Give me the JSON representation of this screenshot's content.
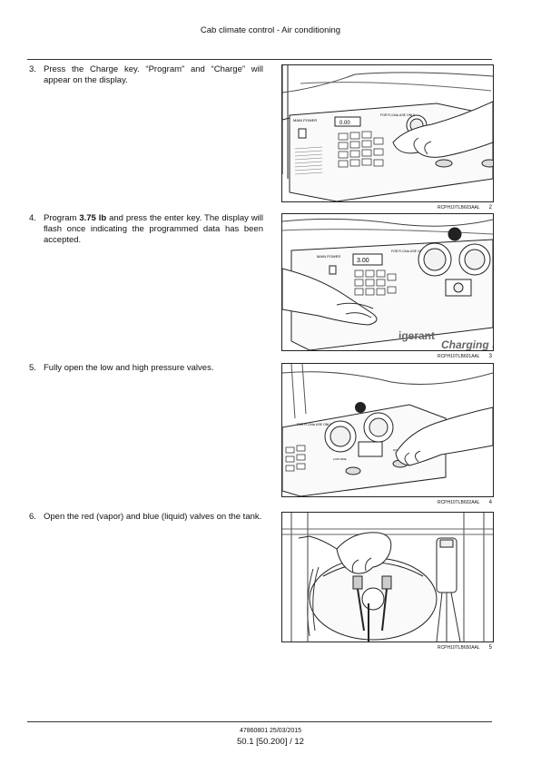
{
  "header": {
    "title": "Cab climate control - Air conditioning"
  },
  "steps": [
    {
      "number": "3.",
      "parts": [
        {
          "text": "Press the Charge key.  “Program” and “Charge” will appear on the display.",
          "bold": false
        }
      ],
      "figure": {
        "code": "RCPH10TLB603AAL",
        "number": "2",
        "labels": {
          "main_power": "MAIN POWER",
          "use_only": "FOR R-134a USE ONLY",
          "display": "0.00"
        }
      }
    },
    {
      "number": "4.",
      "parts": [
        {
          "text": "Program ",
          "bold": false
        },
        {
          "text": "3.75 lb",
          "bold": true
        },
        {
          "text": " and press the enter key.  The display will flash once indicating the programmed data has been accepted.",
          "bold": false
        }
      ],
      "figure": {
        "code": "RCPH10TLB601AAL",
        "number": "3",
        "labels": {
          "main_power": "MAIN POWER",
          "use_only": "FOR R-134a USE ONLY",
          "display": "3.00",
          "machine_text_1": "igerant",
          "machine_text_2": "Charging S"
        }
      }
    },
    {
      "number": "5.",
      "parts": [
        {
          "text": "Fully open the low and high pressure valves.",
          "bold": false
        }
      ],
      "figure": {
        "code": "RCPH10TLB602AAL",
        "number": "4",
        "labels": {
          "use_only": "FOR R-134a USE ONLY",
          "low": "LOW SIDE",
          "high": "HIGH SIDE"
        }
      }
    },
    {
      "number": "6.",
      "parts": [
        {
          "text": "Open the red (vapor) and blue (liquid) valves on the tank.",
          "bold": false
        }
      ],
      "figure": {
        "code": "RCPH10TLB650AAL",
        "number": "5"
      }
    }
  ],
  "footer": {
    "code": "47860801 25/03/2015",
    "page": "50.1 [50.200] / 12"
  }
}
